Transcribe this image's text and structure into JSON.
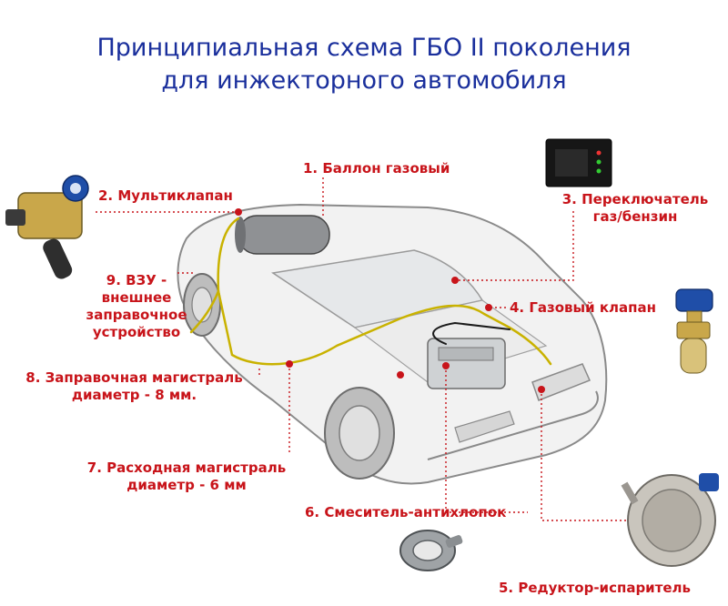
{
  "title": {
    "line1": "Принципиальная схема ГБО II поколения",
    "line2": "для инжекторного автомобиля"
  },
  "labels": {
    "l1": "1. Баллон газовый",
    "l2": "2. Мультиклапан",
    "l3a": "3. Переключатель",
    "l3b": "газ/бензин",
    "l4": "4. Газовый клапан",
    "l5": "5. Редуктор-испаритель",
    "l6": "6. Смеситель-антихлопок",
    "l7a": "7. Расходная магистраль",
    "l7b": "диаметр - 6 мм",
    "l8a": "8. Заправочная магистраль",
    "l8b": "диаметр - 8 мм.",
    "l9a": "9. ВЗУ -",
    "l9b": "внешнее",
    "l9c": "заправочное",
    "l9d": "устройство"
  },
  "colors": {
    "title": "#1a2f9c",
    "label": "#c8141a",
    "gas_line": "#c9b200",
    "leader": "#c8141a",
    "car_outline": "#8a8a8a",
    "car_fill": "#f1f1f1"
  }
}
